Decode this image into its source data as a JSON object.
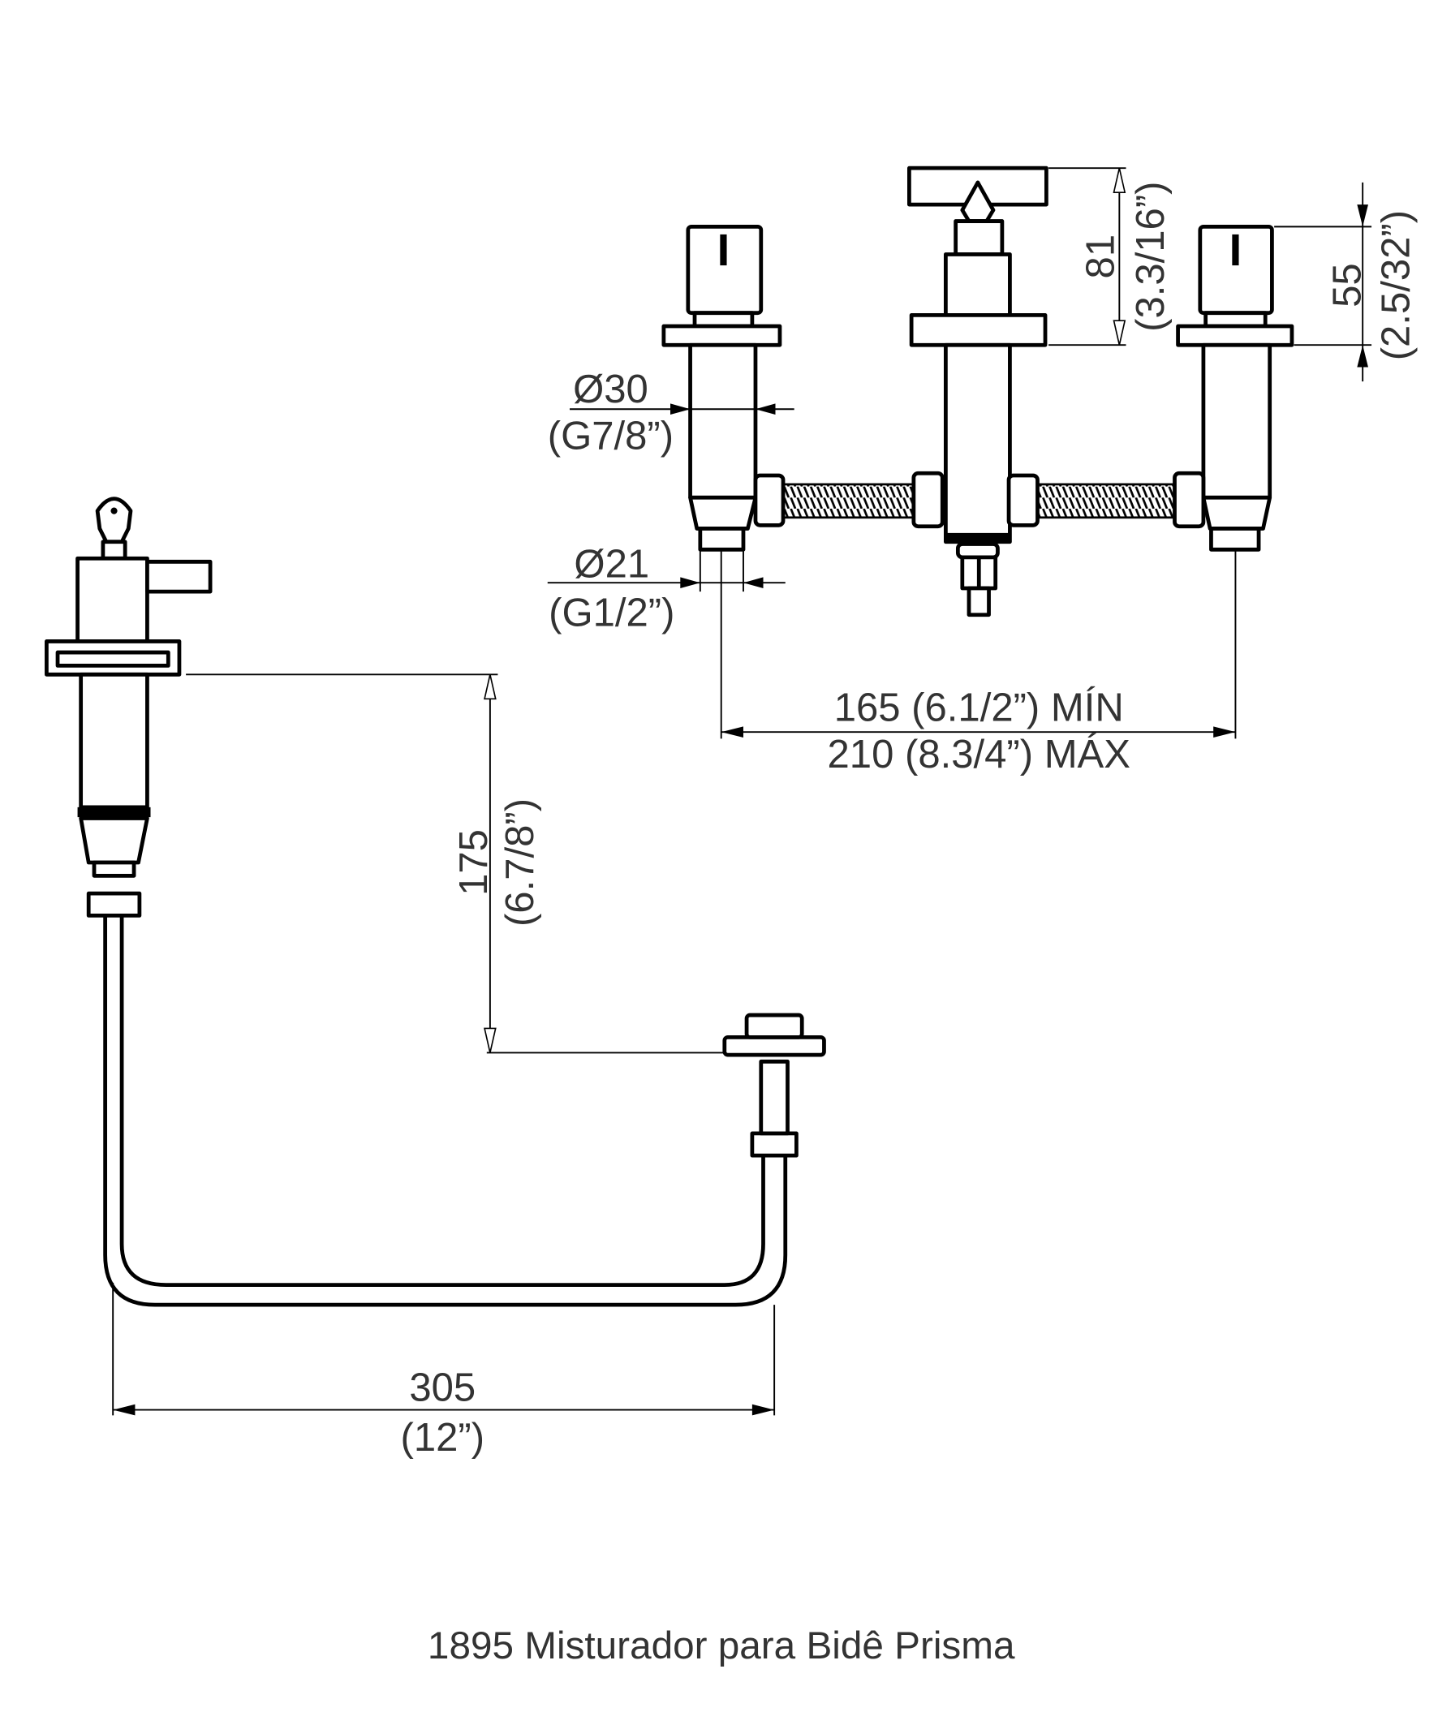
{
  "caption": "1895 Misturador para Bidê Prisma",
  "dimensions": {
    "handle_height": {
      "value": "81",
      "imperial": "(3.3/16”)"
    },
    "side_handle_height": {
      "value": "55",
      "imperial": "(2.5/32”)"
    },
    "body_diameter": {
      "value": "Ø30",
      "imperial": "(G7/8”)"
    },
    "outlet_diameter": {
      "value": "Ø21",
      "imperial": "(G1/2”)"
    },
    "spacing_min": "165 (6.1/2”) MÍN",
    "spacing_max": "210 (8.3/4”) MÁX",
    "spout_drop": {
      "value": "175",
      "imperial": "(6.7/8”)"
    },
    "hose_length": {
      "value": "305",
      "imperial": "(12”)"
    }
  }
}
